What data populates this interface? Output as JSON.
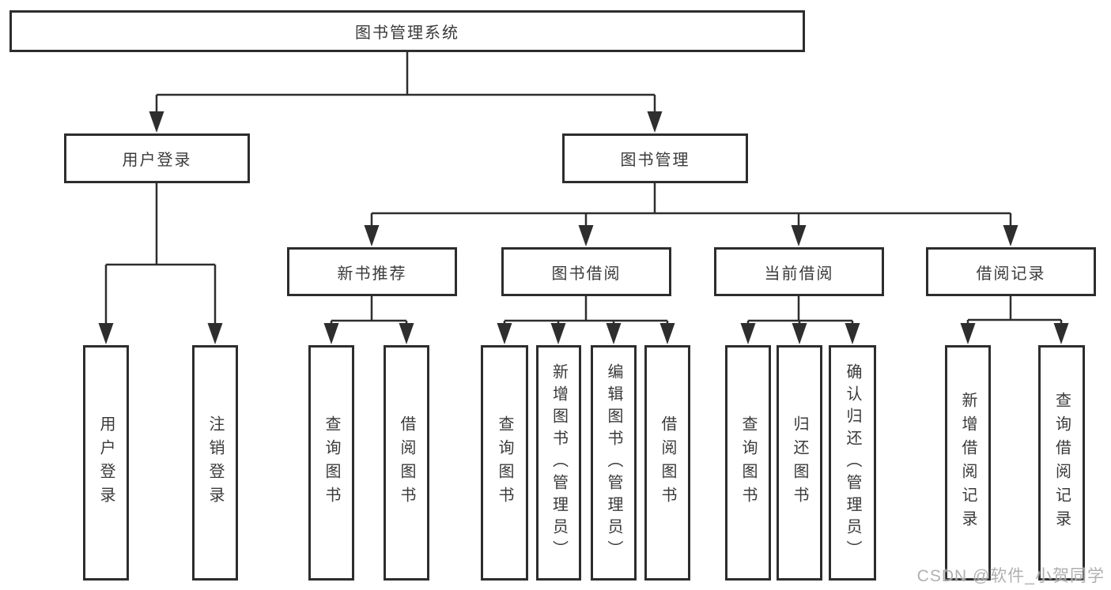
{
  "diagram_title": "图书管理系统",
  "tree": {
    "root": {
      "label": "图书管理系统"
    },
    "children": [
      {
        "label": "用户登录",
        "children": [
          {
            "label": "用户登录"
          },
          {
            "label": "注销登录"
          }
        ]
      },
      {
        "label": "图书管理",
        "children": [
          {
            "label": "新书推荐",
            "children": [
              {
                "label": "查询图书"
              },
              {
                "label": "借阅图书"
              }
            ]
          },
          {
            "label": "图书借阅",
            "children": [
              {
                "label": "查询图书"
              },
              {
                "label": "新增图书（管理员）"
              },
              {
                "label": "编辑图书（管理员）"
              },
              {
                "label": "借阅图书"
              }
            ]
          },
          {
            "label": "当前借阅",
            "children": [
              {
                "label": "查询图书"
              },
              {
                "label": "归还图书"
              },
              {
                "label": "确认归还（管理员）"
              }
            ]
          },
          {
            "label": "借阅记录",
            "children": [
              {
                "label": "新增借阅记录"
              },
              {
                "label": "查询借阅记录"
              }
            ]
          }
        ]
      }
    ]
  },
  "watermark": "CSDN @软件_小贺同学",
  "colors": {
    "line": "#2e2e2e",
    "box_border": "#2d2d2d",
    "box_fill": "#ffffff",
    "text": "#3a3a3a",
    "watermark": "#aaaaaa"
  }
}
